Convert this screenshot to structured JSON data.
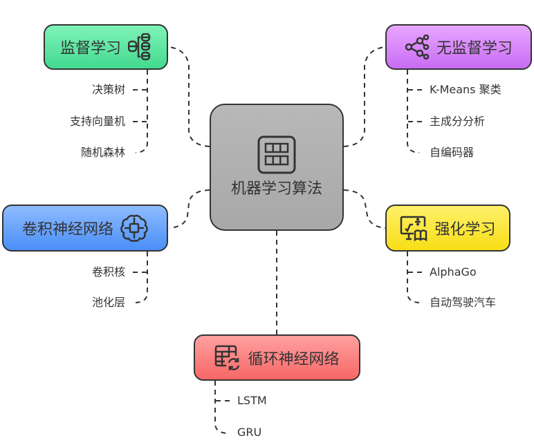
{
  "diagram": {
    "center": {
      "label": "机器学习算法",
      "icon": "table-grid-icon"
    },
    "branches": {
      "supervised": {
        "label": "监督学习",
        "icon": "database-tree-icon",
        "color": "#43d98f",
        "leaves": [
          "决策树",
          "支持向量机",
          "随机森林"
        ]
      },
      "unsupervised": {
        "label": "无监督学习",
        "icon": "share-nodes-icon",
        "color": "#c86cf3",
        "leaves": [
          "K-Means 聚类",
          "主成分分析",
          "自编码器"
        ]
      },
      "cnn": {
        "label": "卷积神经网络",
        "icon": "brain-chip-icon",
        "color": "#4a8ef8",
        "leaves": [
          "卷积核",
          "池化层"
        ]
      },
      "reinforcement": {
        "label": "强化学习",
        "icon": "monitor-book-icon",
        "color": "#f7de16",
        "leaves": [
          "AlphaGo",
          "自动驾驶汽车"
        ]
      },
      "rnn": {
        "label": "循环神经网络",
        "icon": "table-refresh-icon",
        "color": "#f76767",
        "leaves": [
          "LSTM",
          "GRU"
        ]
      }
    },
    "center_color": "#a8a8a8",
    "line_color": "#333333"
  }
}
